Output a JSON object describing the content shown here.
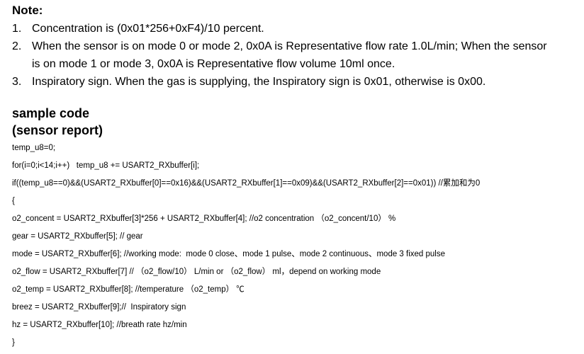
{
  "note": {
    "title": "Note:",
    "items": [
      {
        "num": "1.",
        "lines": [
          "Concentration is (0x01*256+0xF4)/10 percent."
        ]
      },
      {
        "num": "2.",
        "lines": [
          "When the sensor is on mode 0 or mode 2, 0x0A is Representative flow rate 1.0L/min; When the sensor",
          "is on mode 1 or mode 3, 0x0A is Representative flow volume 10ml once."
        ]
      },
      {
        "num": "3.",
        "lines": [
          "Inspiratory sign. When the gas is supplying, the Inspiratory sign is 0x01, otherwise is 0x00."
        ]
      }
    ]
  },
  "sample": {
    "title": "sample code",
    "subtitle": "(sensor report)",
    "code_lines": [
      "temp_u8=0;",
      "for(i=0;i<14;i++)   temp_u8 += USART2_RXbuffer[i];",
      "if((temp_u8==0)&&(USART2_RXbuffer[0]==0x16)&&(USART2_RXbuffer[1]==0x09)&&(USART2_RXbuffer[2]==0x01)) //累加和为0",
      "{",
      "o2_concent = USART2_RXbuffer[3]*256 + USART2_RXbuffer[4]; //o2 concentration （o2_concent/10） %",
      "gear = USART2_RXbuffer[5]; // gear",
      "mode = USART2_RXbuffer[6]; //working mode:  mode 0 close、mode 1 pulse、mode 2 continuous、mode 3 fixed pulse",
      "o2_flow = USART2_RXbuffer[7] // （o2_flow/10） L/min or （o2_flow） ml，depend on working mode",
      "o2_temp = USART2_RXbuffer[8]; //temperature （o2_temp） ℃",
      "breez = USART2_RXbuffer[9];//  Inspiratory sign",
      "hz = USART2_RXbuffer[10]; //breath rate hz/min",
      "}"
    ]
  }
}
